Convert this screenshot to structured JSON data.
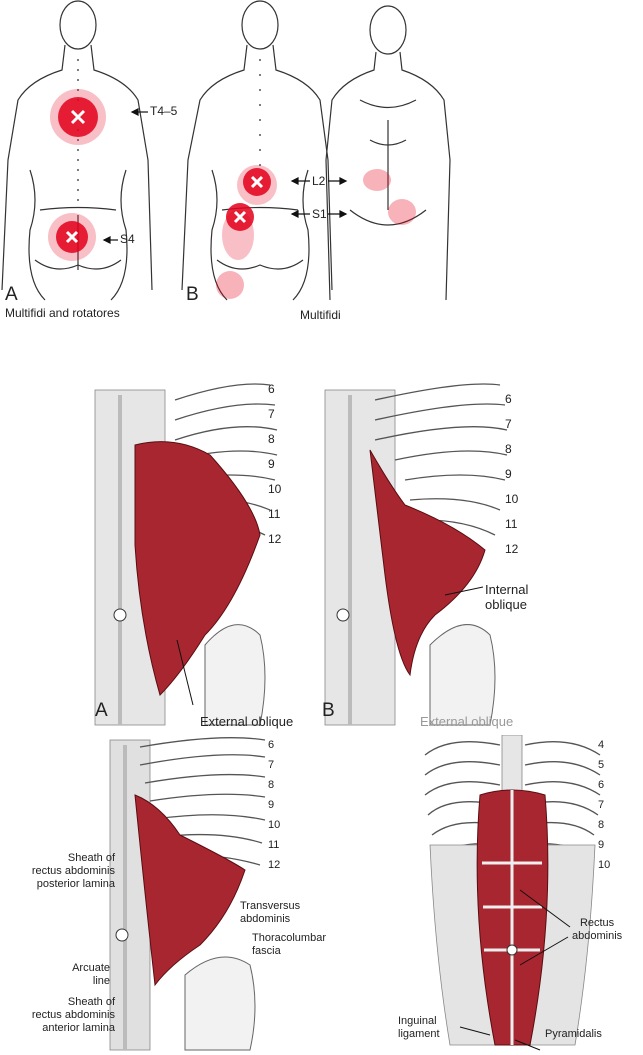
{
  "top": {
    "panel_a": {
      "letter": "A",
      "caption": "Multifidi and rotatores",
      "label_t": "T4–5",
      "label_s": "S4"
    },
    "panel_b": {
      "letter": "B",
      "caption": "Multifidi",
      "label_l": "L2",
      "label_s": "S1"
    }
  },
  "rib_numbers_a": [
    "6",
    "7",
    "8",
    "9",
    "10",
    "11",
    "12"
  ],
  "rib_numbers_b": [
    "6",
    "7",
    "8",
    "9",
    "10",
    "11",
    "12"
  ],
  "rib_numbers_c": [
    "6",
    "7",
    "8",
    "9",
    "10",
    "11",
    "12"
  ],
  "rib_numbers_d": [
    "4",
    "5",
    "6",
    "7",
    "8",
    "9",
    "10"
  ],
  "mid": {
    "panel_a": {
      "letter": "A",
      "muscle": "External oblique"
    },
    "panel_b": {
      "letter": "B",
      "muscle": "Internal oblique",
      "partial": "External oblique"
    }
  },
  "bottom": {
    "panel_c": {
      "sheath_posterior": [
        "Sheath of",
        "rectus abdominis",
        "posterior lamina"
      ],
      "arcuate": [
        "Arcuate",
        "line"
      ],
      "sheath_anterior": [
        "Sheath of",
        "rectus abdominis",
        "anterior lamina"
      ],
      "transversus": [
        "Transversus",
        "abdominis"
      ],
      "thoracolumbar": [
        "Thoracolumbar",
        "fascia"
      ]
    },
    "panel_d": {
      "rectus": [
        "Rectus",
        "abdominis"
      ],
      "inguinal": [
        "Inguinal",
        "ligament"
      ],
      "pyramidalis": "Pyramidalis"
    }
  },
  "colors": {
    "muscle": "#a8262f",
    "trigger": "#e3001b",
    "outline": "#333333"
  }
}
